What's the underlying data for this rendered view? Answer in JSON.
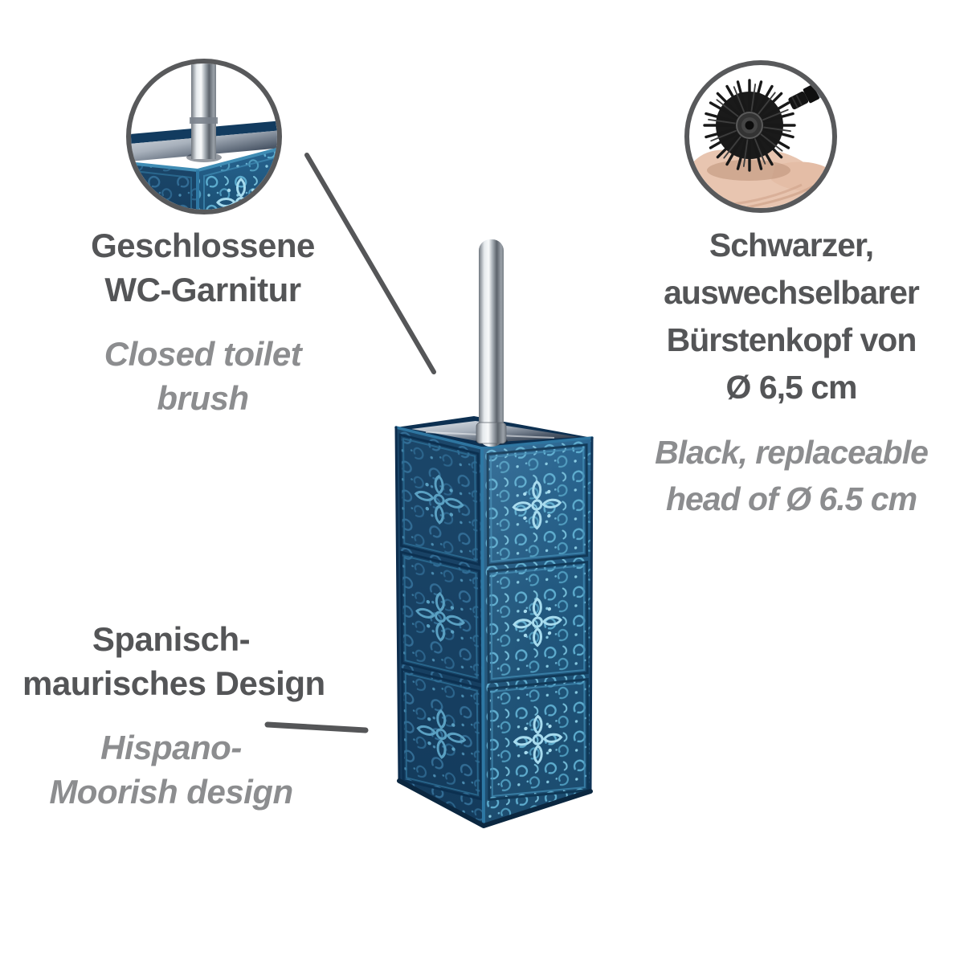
{
  "annotations": {
    "closed_brush": {
      "de_lines": [
        "Geschlossene",
        "WC-Garnitur"
      ],
      "en_lines": [
        "Closed toilet",
        "brush"
      ]
    },
    "brush_head": {
      "de_lines": [
        "Schwarzer,",
        "auswechselbarer",
        "Bürstenkopf von",
        "Ø 6,5 cm"
      ],
      "en_lines": [
        "Black, replaceable",
        "head of Ø 6.5 cm"
      ]
    },
    "design": {
      "de_lines": [
        "Spanisch-",
        "maurisches Design"
      ],
      "en_lines": [
        "Hispano-",
        "Moorish design"
      ]
    }
  },
  "insets": {
    "left_icon": "toilet-brush-holder-top-closeup",
    "right_icon": "replaceable-brush-head-in-hand"
  },
  "product": {
    "description": "ceramic-toilet-brush-holder-hispano-moorish"
  },
  "colors": {
    "page_bg": "#ffffff",
    "heading_text": "#545557",
    "subtext": "#8c8d8f",
    "callout_line": "#555658",
    "circle_border": "#58595b",
    "ceramic_blue": "#1d5a80",
    "ceramic_blue_dark": "#123a5c",
    "ceramic_highlight": "#7fc4de",
    "chrome_light": "#f6f8fa",
    "chrome_dark": "#646b73",
    "brush_black": "#1a1a1a",
    "hand_skin": "#e8c5b0"
  }
}
